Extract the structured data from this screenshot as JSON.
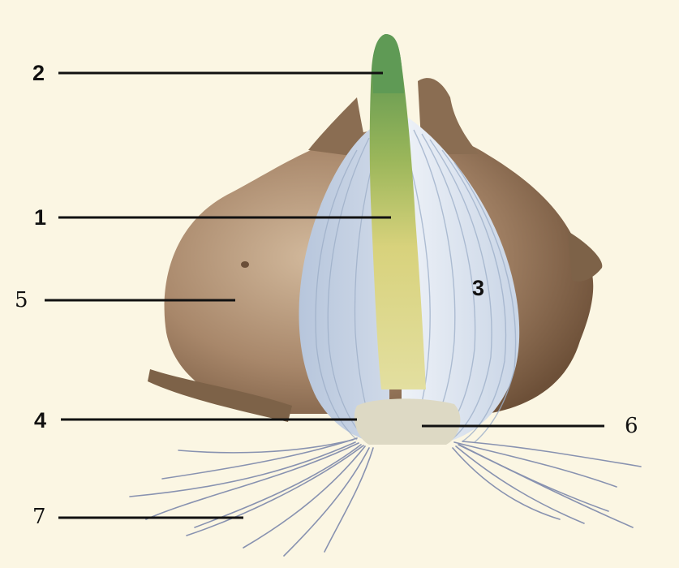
{
  "labels": {
    "l1": "1",
    "l2": "2",
    "l3": "3",
    "l4": "4",
    "l5": "5",
    "l6": "6",
    "l7": "7"
  },
  "colors": {
    "background": "#fbf6e3",
    "outer_scale": "#9a7a5c",
    "cut_surface": "#c9d6e6",
    "bud": "#d7cf7a",
    "sprout": "#5f9a55",
    "roots": "#8892b0"
  }
}
